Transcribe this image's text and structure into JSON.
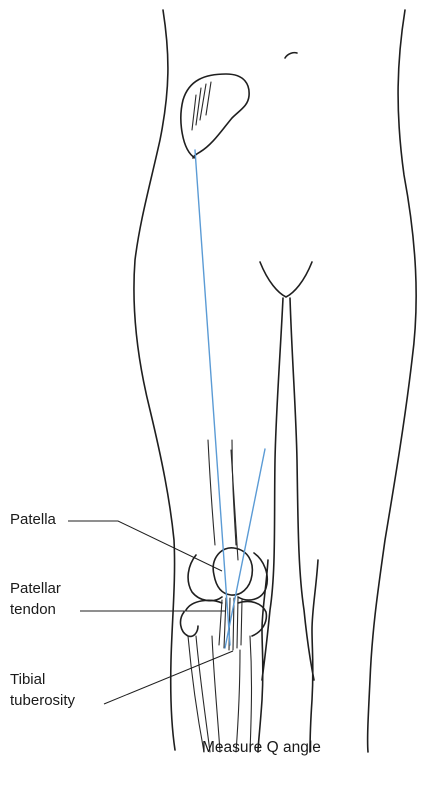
{
  "labels": {
    "patella": "Patella",
    "patellar_tendon": [
      "Patellar",
      "tendon"
    ],
    "tibial_tuberosity": [
      "Tibial",
      "tuberosity"
    ]
  },
  "caption": "Measure Q angle",
  "colors": {
    "outline": "#1f1f1f",
    "q_angle_lines": "#5b9bd5",
    "background": "#ffffff"
  }
}
